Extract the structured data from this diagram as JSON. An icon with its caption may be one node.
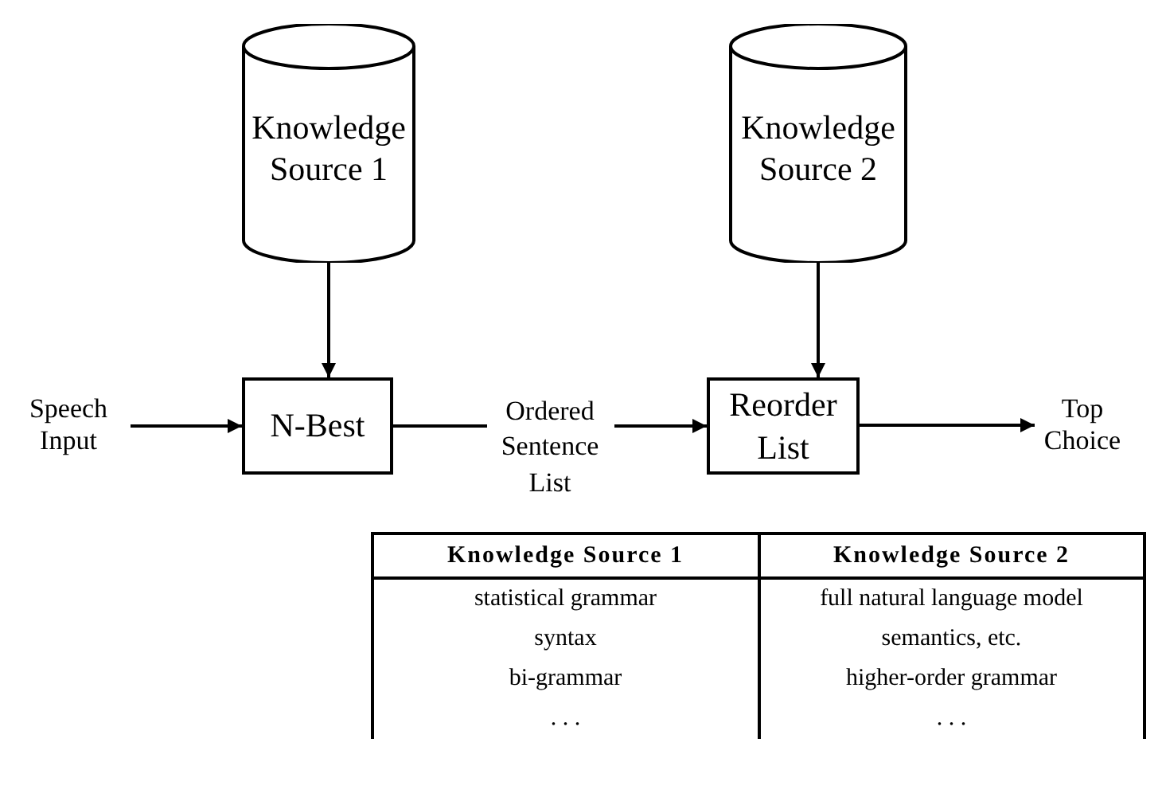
{
  "diagram": {
    "nodes": [
      {
        "text": [
          "Knowledge Source 1"
        ]
      },
      {
        "text": [
          "Knowledge Source 2"
        ]
      },
      {
        "text": [
          "Speech Input"
        ]
      },
      {
        "text": [
          "N-Best"
        ]
      },
      {
        "text": [
          "Reorder List"
        ]
      },
      {
        "text": [
          "Top Choice"
        ]
      }
    ],
    "edges": [
      {
        "from": 0,
        "to": 3,
        "arrow": "to"
      },
      {
        "from": 1,
        "to": 4,
        "arrow": "to"
      },
      {
        "from": 2,
        "to": 3,
        "arrow": "to"
      },
      {
        "from": 3,
        "to": 4,
        "arrow": "to",
        "label": "Ordered Sentence List"
      },
      {
        "from": 4,
        "to": 5,
        "arrow": "to"
      }
    ],
    "labels": [
      "Knowledge Source 1",
      "Knowledge Source 2",
      "statistical grammar",
      "full natural language model",
      "syntax",
      "semantics, etc.",
      "bi-grammar",
      "higher-order grammar",
      ". . .",
      ". . ."
    ]
  }
}
